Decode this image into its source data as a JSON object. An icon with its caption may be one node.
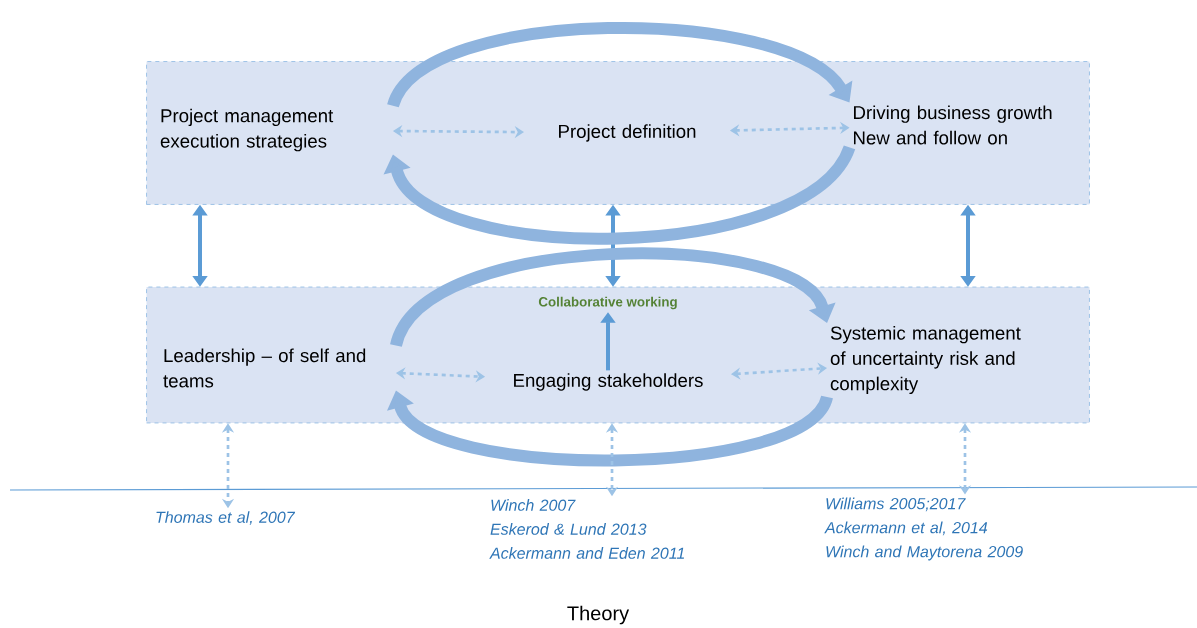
{
  "diagram": {
    "nodes": [
      {
        "text": [],
        "shape": "box"
      },
      {
        "text": [
          "Project management execution strategies"
        ],
        "in": 0
      },
      {
        "text": [
          "Project definition"
        ],
        "in": 0
      },
      {
        "text": [
          "Driving business growth New and follow on"
        ],
        "in": 0
      },
      {
        "text": [],
        "shape": "box"
      },
      {
        "text": [
          "Collaborative working"
        ],
        "in": 4
      },
      {
        "text": [
          "Leadership – of self and teams"
        ],
        "in": 4
      },
      {
        "text": [
          "Engaging stakeholders"
        ],
        "in": 4
      },
      {
        "text": [
          "Systemic management of uncertainty risk and complexity"
        ],
        "in": 4
      },
      {
        "text": [
          "Thomas et al, 2007"
        ]
      },
      {
        "text": [
          "Winch 2007",
          "Eskerod & Lund 2013",
          "Ackermann and Eden 2011"
        ]
      },
      {
        "text": [
          "Williams 2005;2017",
          "Ackermann et al, 2014",
          "Winch and Maytorena 2009"
        ]
      }
    ],
    "edges": [
      {
        "from": 1,
        "to": 2,
        "arrow": "both",
        "style": "dashed"
      },
      {
        "from": 2,
        "to": 3,
        "arrow": "both",
        "style": "dashed"
      },
      {
        "from": 6,
        "to": 7,
        "arrow": "both",
        "style": "dashed"
      },
      {
        "from": 7,
        "to": 8,
        "arrow": "both",
        "style": "dashed"
      },
      {
        "from": 0,
        "to": 4,
        "arrow": "both"
      },
      {
        "from": 0,
        "to": 4,
        "arrow": "both"
      },
      {
        "from": 0,
        "to": 4,
        "arrow": "both"
      },
      {
        "from": 7,
        "to": 5,
        "arrow": "to"
      },
      {
        "from": 1,
        "to": 3,
        "arrow": "to",
        "style": "thick"
      },
      {
        "from": 3,
        "to": 1,
        "arrow": "to",
        "style": "thick"
      },
      {
        "from": 6,
        "to": 8,
        "arrow": "to",
        "style": "thick"
      },
      {
        "from": 8,
        "to": 6,
        "arrow": "to",
        "style": "thick"
      },
      {
        "from": 4,
        "to": 9,
        "arrow": "both",
        "style": "dashed"
      },
      {
        "from": 4,
        "to": 10,
        "arrow": "both",
        "style": "dashed"
      },
      {
        "from": 4,
        "to": 11,
        "arrow": "both",
        "style": "dashed"
      }
    ],
    "labels": [
      "Theory"
    ]
  }
}
